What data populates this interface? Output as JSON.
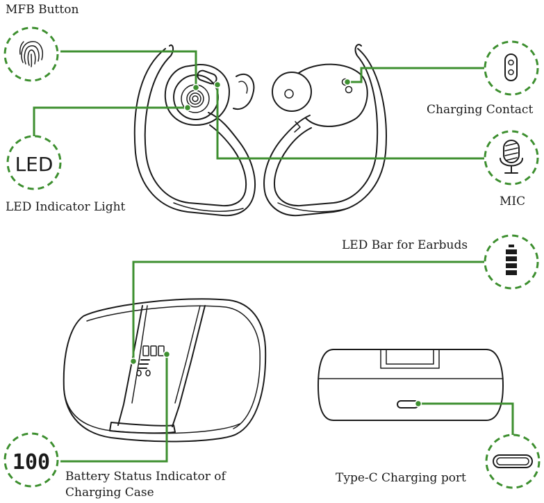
{
  "colors": {
    "accent": "#3d8f2f",
    "ink": "#1a1a1a",
    "background": "#ffffff"
  },
  "labels": {
    "mfb_button": "MFB Button",
    "led_indicator_light": "LED Indicator Light",
    "charging_contact": "Charging Contact",
    "mic": "MIC",
    "led_bar": "LED Bar for Earbuds",
    "battery_status_line1": "Battery Status Indicator of",
    "battery_status_line2": "Charging Case",
    "type_c_port": "Type-C Charging port"
  },
  "icon_text": {
    "led": "LED",
    "battery_digits": "100"
  },
  "icons": [
    "fingerprint-icon",
    "led-text-icon",
    "charging-contact-icon",
    "microphone-icon",
    "battery-bar-icon",
    "digital-display-icon",
    "usb-c-port-icon"
  ]
}
